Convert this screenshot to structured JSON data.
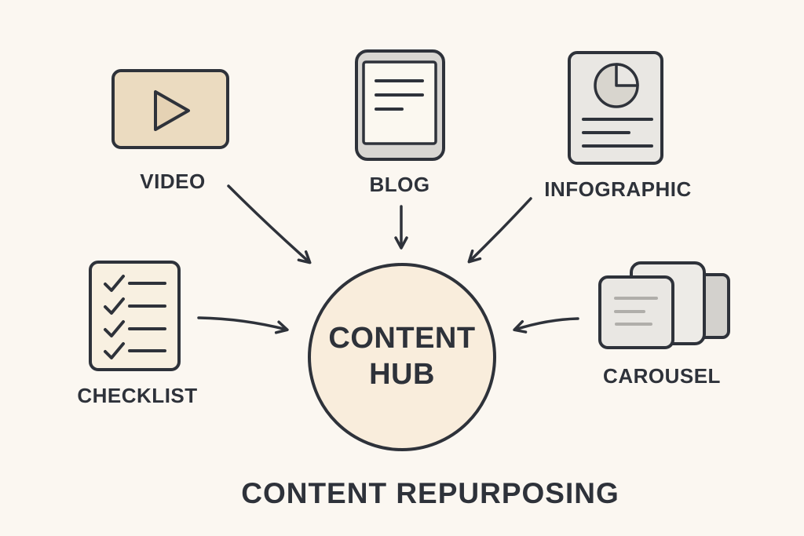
{
  "title": "CONTENT REPURPOSING",
  "hub": {
    "label": "CONTENT HUB"
  },
  "nodes": [
    {
      "id": "video",
      "label": "VIDEO",
      "icon": "video-play-icon"
    },
    {
      "id": "blog",
      "label": "BLOG",
      "icon": "blog-document-icon"
    },
    {
      "id": "infographic",
      "label": "INFOGRAPHIC",
      "icon": "infographic-pie-chart-icon"
    },
    {
      "id": "checklist",
      "label": "CHECKLIST",
      "icon": "checklist-icon"
    },
    {
      "id": "carousel",
      "label": "CAROUSEL",
      "icon": "carousel-cards-icon"
    }
  ],
  "colors": {
    "background": "#fbf7f1",
    "ink": "#2e323a",
    "video_fill": "#ebdbc0",
    "play_triangle_fill": "#e5d2b4",
    "checklist_fill": "#f8f0e1",
    "hub_fill": "#f9eddc",
    "device_gray": "#d8d6d2",
    "card_light_gray": "#e9e7e3",
    "card_mid_gray": "#d3d1cd",
    "page_cream": "#fbf8f0",
    "text_line_gray": "#b0aeaa"
  }
}
